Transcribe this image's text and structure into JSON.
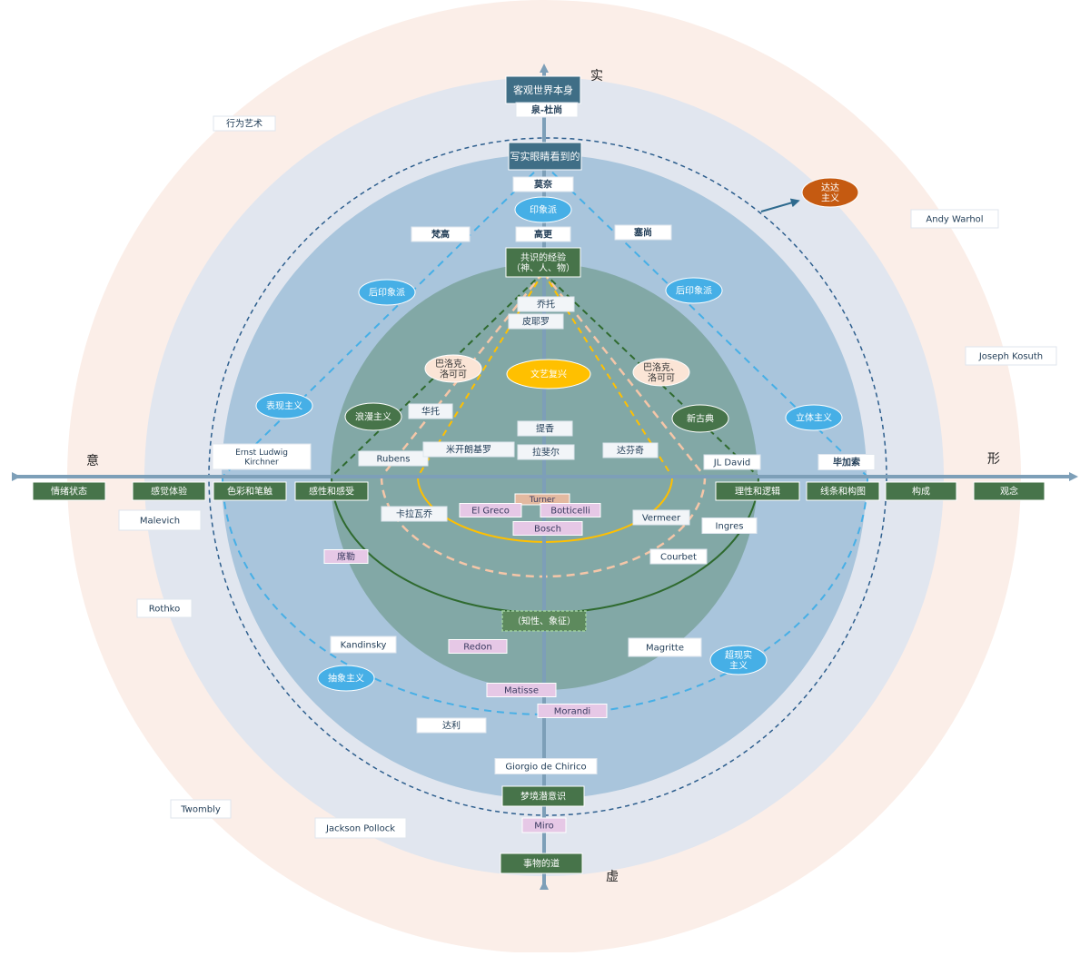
{
  "axis": {
    "top": "实",
    "bottom": "虚",
    "left": "意",
    "right": "形"
  },
  "vertical_axis_items": {
    "objective_world": "客观世界本身",
    "duchamp": "泉-杜尚",
    "realistic_seen": "写实眼睛看到的",
    "monet": "莫奈",
    "impressionism": "印象派",
    "gauguin": "高更",
    "consensus": "共识的经验\n（神、人、物）",
    "giotto": "乔托",
    "piero": "皮耶罗",
    "renaissance": "文艺复兴",
    "titian": "提香",
    "raphael": "拉斐尔",
    "turner": "Turner",
    "bosch": "Bosch",
    "intellect": "（知性、象征）",
    "matisse": "Matisse",
    "morandi": "Morandi",
    "chirico": "Giorgio de Chirico",
    "dream": "梦境潜意识",
    "miro": "Miro",
    "dao": "事物的道"
  },
  "horizontal_axis_items": {
    "emotion": "情绪状态",
    "feeling": "感觉体验",
    "color_brush": "色彩和笔触",
    "sensibility": "感性和感受",
    "reason_logic": "理性和逻辑",
    "line_comp": "线条和构图",
    "construction": "构成",
    "concept": "观念"
  },
  "movements": {
    "post_impr_left": "后印象派",
    "post_impr_right": "后印象派",
    "expressionism": "表现主义",
    "cubism": "立体主义",
    "baroque_left": "巴洛克、\n洛可可",
    "baroque_right": "巴洛克、\n洛可可",
    "romanticism": "浪漫主义",
    "neoclassicism": "新古典",
    "abstractionism": "抽象主义",
    "surrealism": "超现实\n主义",
    "dadaism": "达达\n主义"
  },
  "artists": {
    "van_gogh": "梵高",
    "cezanne": "塞尚",
    "performance_art": "行为艺术",
    "andy_warhol": "Andy Warhol",
    "joseph_kosuth": "Joseph Kosuth",
    "kirchner": "Ernst Ludwig\nKirchner",
    "picasso": "毕加索",
    "rubens": "Rubens",
    "michelangelo": "米开朗基罗",
    "da_vinci": "达芬奇",
    "goya": "华托",
    "jl_david": "JL David",
    "caravaggio": "卡拉瓦乔",
    "el_greco": "El Greco",
    "botticelli": "Botticelli",
    "vermeer": "Vermeer",
    "ingres": "Ingres",
    "courbet": "Courbet",
    "schiele": "席勒",
    "malevich": "Malevich",
    "rothko": "Rothko",
    "kandinsky": "Kandinsky",
    "redon": "Redon",
    "magritte": "Magritte",
    "dali": "达利",
    "twombly": "Twombly",
    "pollock": "Jackson Pollock"
  },
  "colors": {
    "outer_ring": "#fbeee8",
    "ring_2": "#e1e6ef",
    "ring_3": "#a9c5dc",
    "ring_4": "#82a8a6",
    "axis": "#7d9fb8",
    "dark_green": "#47744a",
    "teal_box": "#3f6e86",
    "light_blue_ellipse": "#46afe6",
    "orange_ellipse": "#ffc000",
    "peach_ellipse": "#fbe5d6",
    "dada": "#c55a11",
    "pink_box": "#e6c8e6",
    "tan_box": "#e3b9a0"
  }
}
